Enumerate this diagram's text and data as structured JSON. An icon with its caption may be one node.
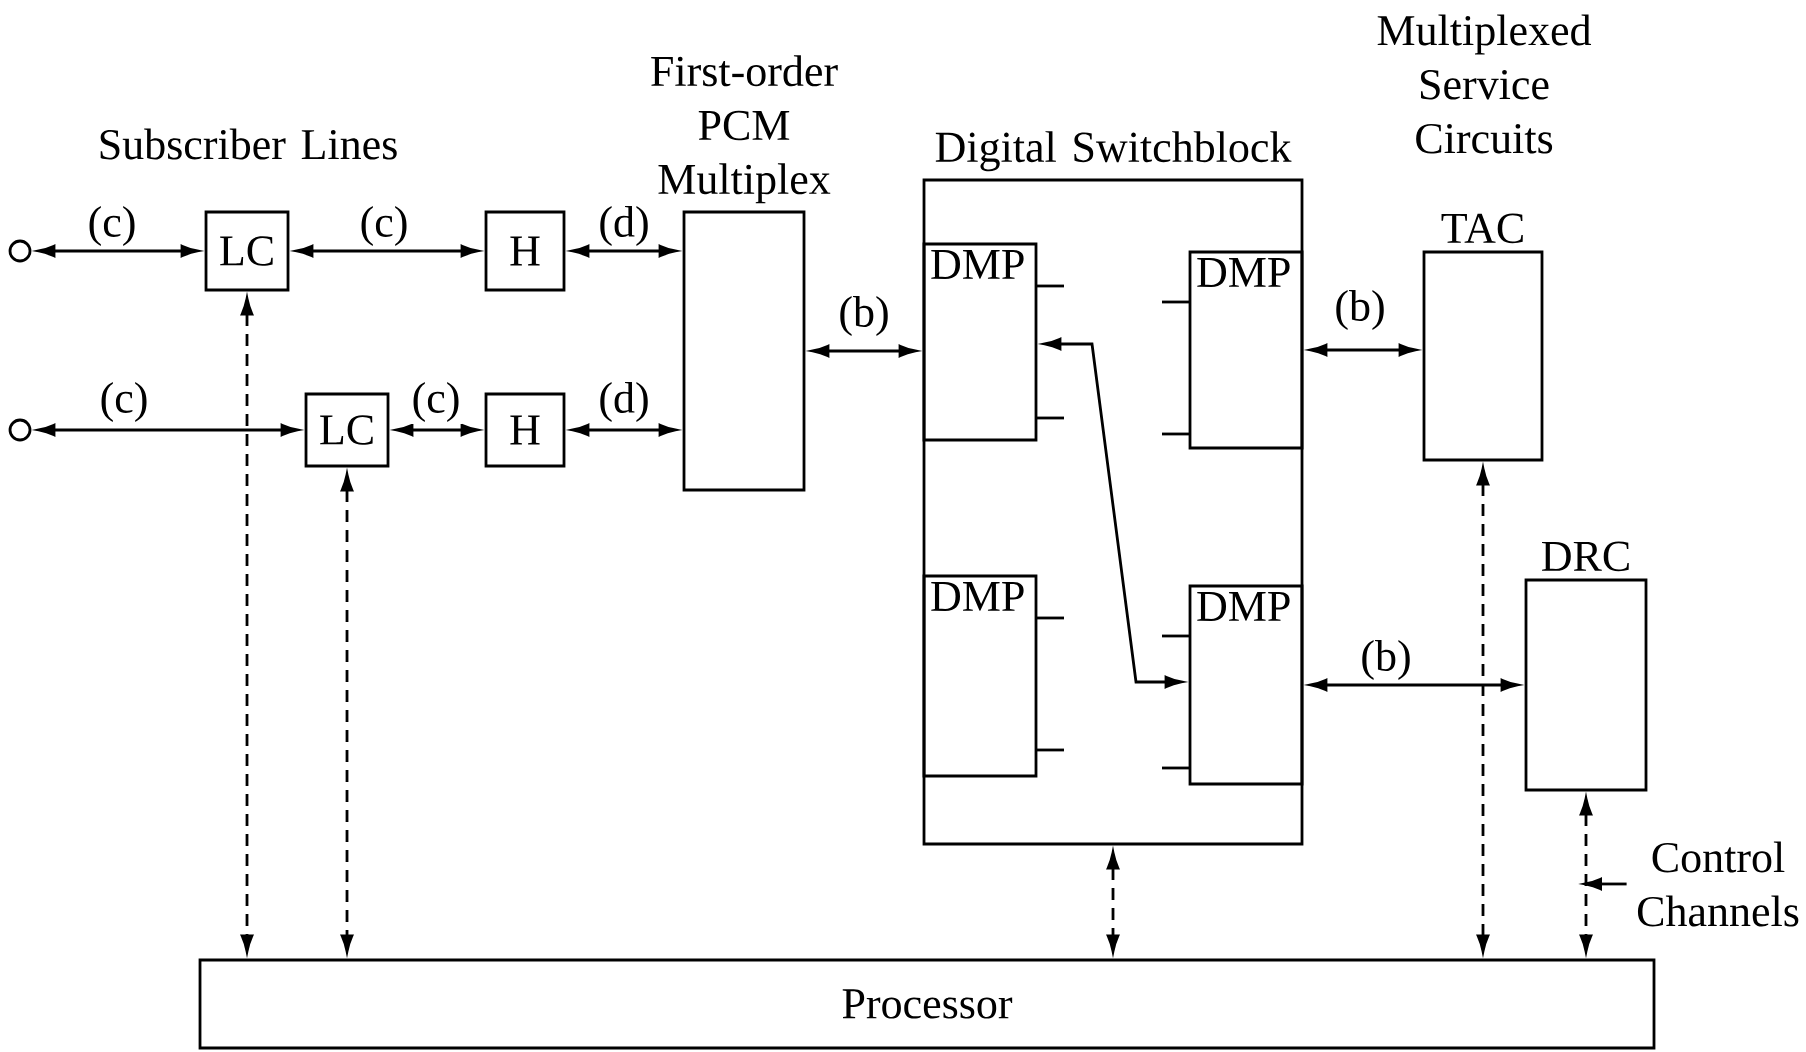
{
  "diagram": {
    "nodes": [
      {
        "text": [],
        "shape": "circle"
      },
      {
        "text": [
          "LC"
        ]
      },
      {
        "text": [
          "H"
        ]
      },
      {
        "text": [
          "First-order PCM Multiplex"
        ]
      },
      {
        "text": [],
        "shape": "circle"
      },
      {
        "text": [
          "LC"
        ]
      },
      {
        "text": [
          "H"
        ]
      },
      {
        "text": [
          "Digital Switchblock"
        ]
      },
      {
        "text": [
          "DMP"
        ],
        "in": 7
      },
      {
        "text": [
          "DMP"
        ],
        "in": 7
      },
      {
        "text": [
          "DMP"
        ],
        "in": 7
      },
      {
        "text": [
          "DMP"
        ],
        "in": 7
      },
      {
        "text": [
          "TAC"
        ]
      },
      {
        "text": [
          "DRC"
        ]
      },
      {
        "text": [
          "Processor"
        ]
      },
      {
        "text": [
          "Control Channels"
        ]
      }
    ],
    "edges": [
      {
        "from": 0,
        "to": 1,
        "arrow": "both",
        "label": "(c)"
      },
      {
        "from": 1,
        "to": 2,
        "arrow": "both",
        "label": "(c)"
      },
      {
        "from": 2,
        "to": 3,
        "arrow": "both",
        "label": "(d)"
      },
      {
        "from": 4,
        "to": 5,
        "arrow": "both",
        "label": "(c)"
      },
      {
        "from": 5,
        "to": 6,
        "arrow": "both",
        "label": "(c)"
      },
      {
        "from": 6,
        "to": 3,
        "arrow": "both",
        "label": "(d)"
      },
      {
        "from": 3,
        "to": 8,
        "arrow": "both",
        "label": "(b)"
      },
      {
        "from": 9,
        "to": 12,
        "arrow": "both",
        "label": "(b)"
      },
      {
        "from": 11,
        "to": 13,
        "arrow": "both",
        "label": "(b)"
      },
      {
        "from": 8,
        "to": 11,
        "arrow": "both"
      },
      {
        "from": 1,
        "to": 14,
        "arrow": "both",
        "style": "dashed"
      },
      {
        "from": 5,
        "to": 14,
        "arrow": "both",
        "style": "dashed"
      },
      {
        "from": 7,
        "to": 14,
        "arrow": "both",
        "style": "dashed"
      },
      {
        "from": 12,
        "to": 14,
        "arrow": "both",
        "style": "dashed"
      },
      {
        "from": 13,
        "to": 14,
        "arrow": "both",
        "style": "dashed"
      },
      {
        "from": 15,
        "to": null,
        "arrow": "to"
      }
    ],
    "labels": [
      "Subscriber Lines",
      "Multiplexed Service Circuits"
    ]
  }
}
